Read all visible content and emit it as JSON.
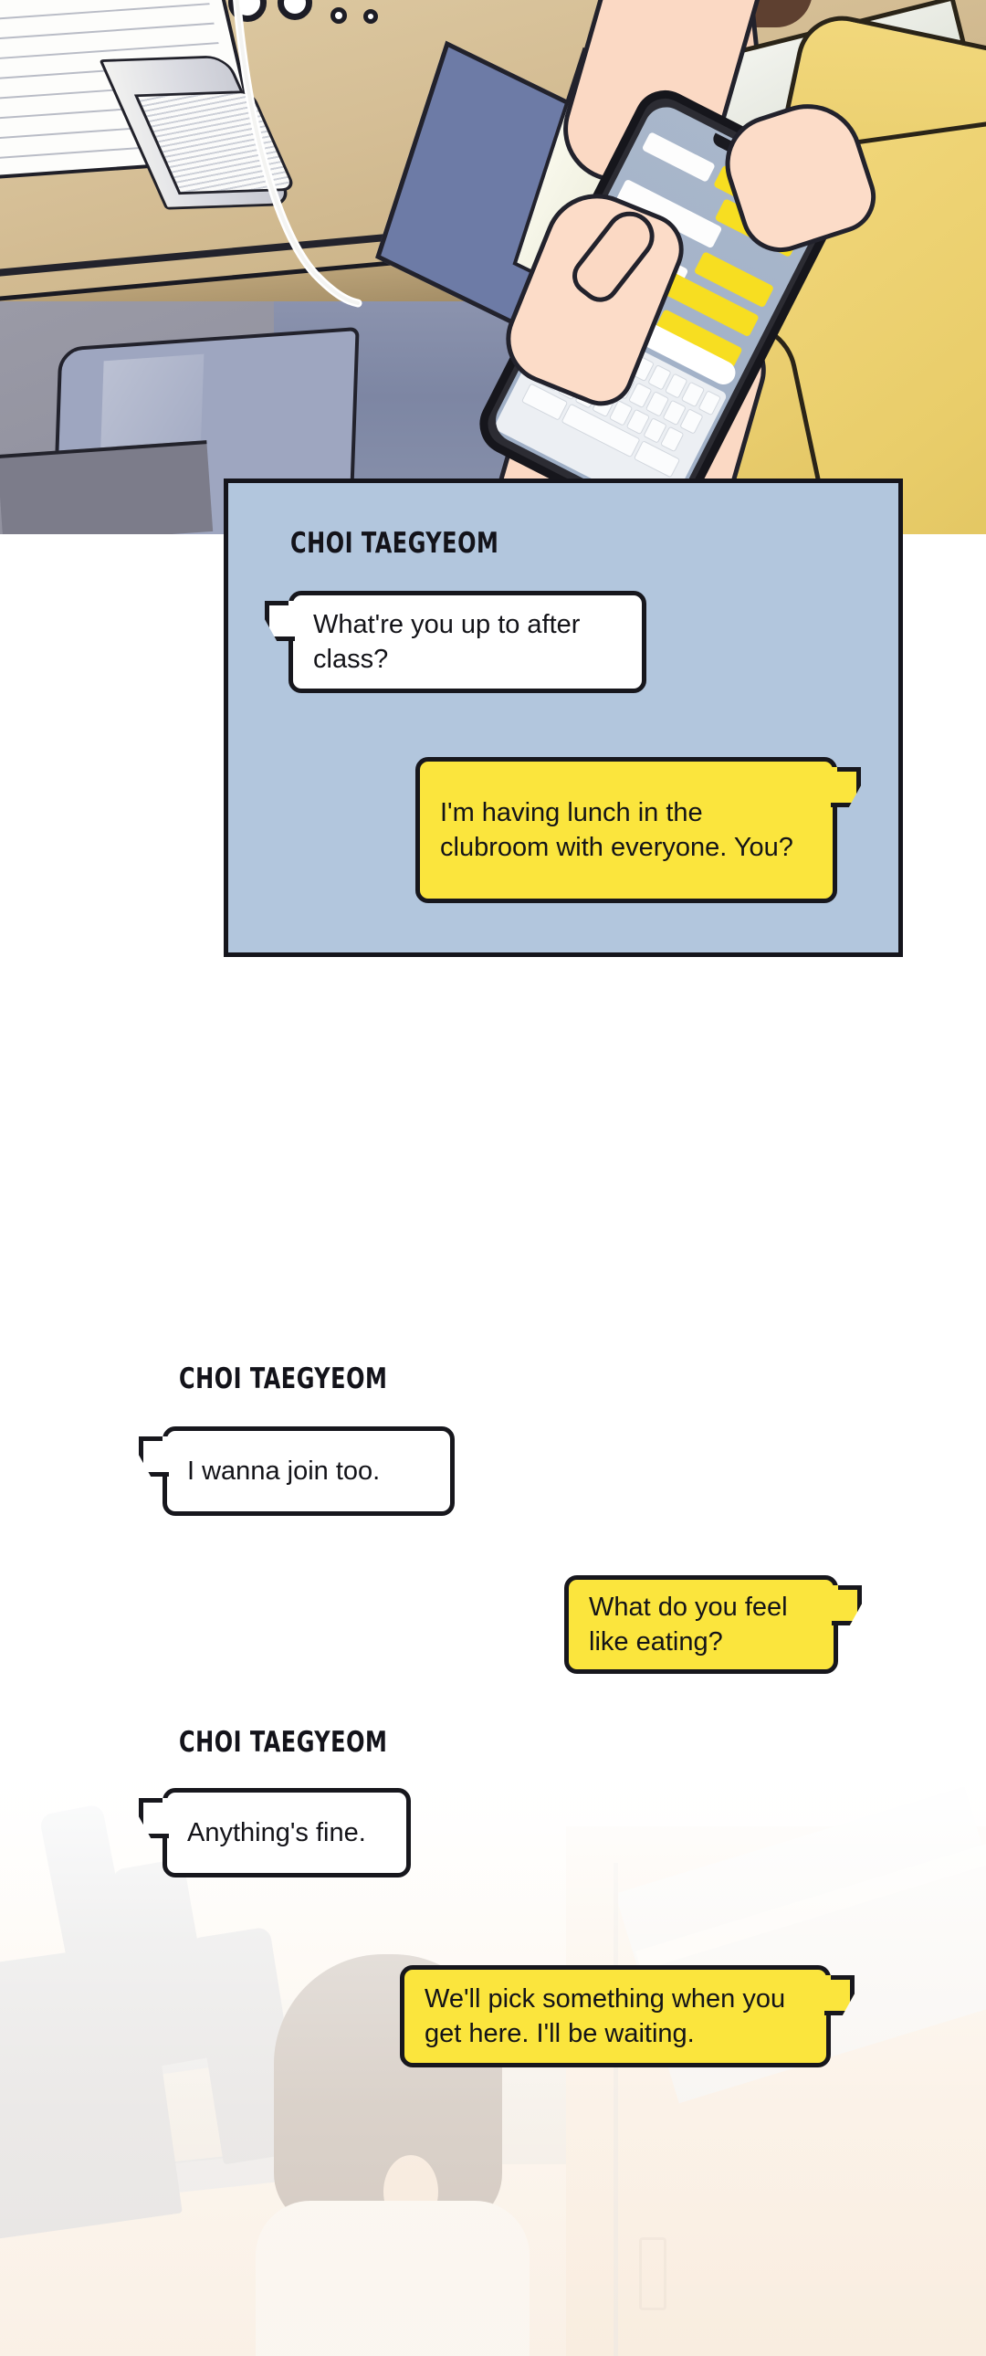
{
  "meta": {
    "kind": "webtoon-comic-page",
    "speaker_name": "CHOI TAEGYEOM",
    "colors": {
      "bubble_yellow": "#fbe53d",
      "bubble_white": "#ffffff",
      "panel_blue": "#b2c6dd",
      "ink": "#17171d",
      "sweater_yellow": "#eecd6b",
      "desk_tan": "#d5be95"
    }
  },
  "panel_one": {
    "speaker": "CHOI TAEGYEOM",
    "messages": [
      {
        "side": "left",
        "style": "white",
        "text": "What're you up to after class?"
      },
      {
        "side": "right",
        "style": "yellow",
        "text": "I'm having lunch in the clubroom with everyone. You?"
      }
    ]
  },
  "panel_two": {
    "speaker": "CHOI TAEGYEOM",
    "messages": [
      {
        "side": "left",
        "style": "white",
        "text": "I wanna join too."
      },
      {
        "side": "right",
        "style": "yellow",
        "text": "What do you feel like eating?"
      }
    ]
  },
  "panel_three": {
    "speaker": "CHOI TAEGYEOM",
    "messages": [
      {
        "side": "left",
        "style": "white",
        "text": "Anything's fine."
      },
      {
        "side": "right",
        "style": "yellow",
        "text": "We'll pick something when you get here. I'll be waiting."
      }
    ]
  },
  "artwork": {
    "top_scene": "student in yellow sweater holding a smartphone over a classroom desk with an open notebook",
    "bottom_scene": "faded classroom interior with rows of desks, chairs, a window and a seated student"
  }
}
